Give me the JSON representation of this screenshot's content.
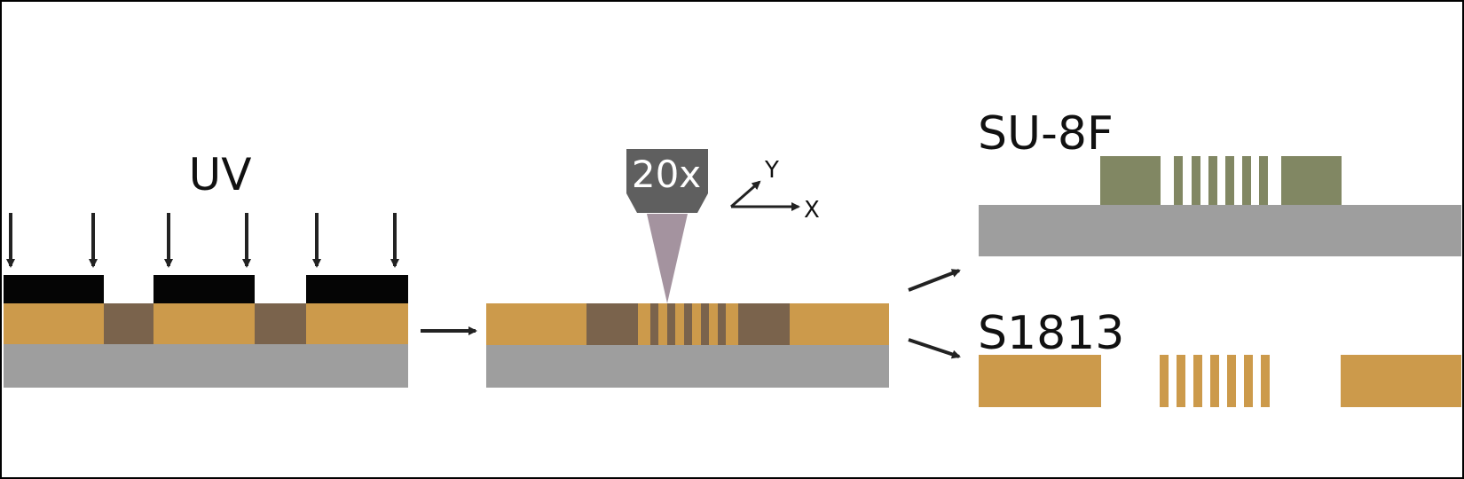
{
  "labels": {
    "uv": "UV",
    "objective": "20x",
    "axis_y": "Y",
    "axis_x": "X",
    "su8f": "SU-8F",
    "s1813": "S1813"
  },
  "colors": {
    "frame": "#000000",
    "mask": "#050505",
    "photoresist": "#cc9a4b",
    "exposed_resist": "#7a634c",
    "substrate": "#9e9e9e",
    "su8_features": "#818763",
    "objective_body": "#5f5f5f",
    "objective_text": "#ffffff",
    "laser_beam": "#a4939f",
    "arrow": "#222222"
  }
}
